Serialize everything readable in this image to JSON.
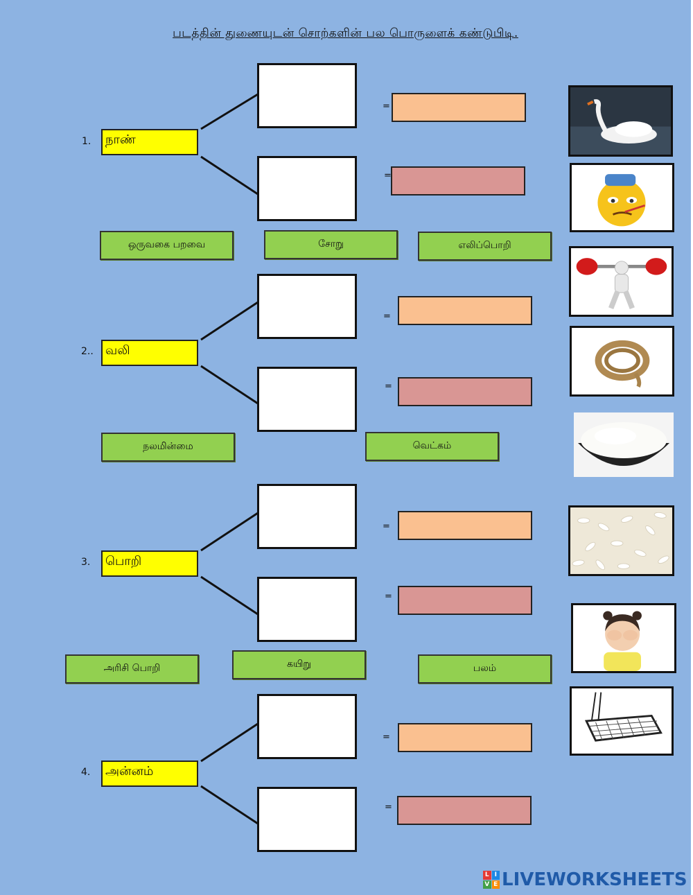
{
  "title": "படத்தின் துணையுடன் சொற்களின் பல பொருளைக் கண்டுபிடி.",
  "questions": [
    {
      "number": "1.",
      "word": "நாண்"
    },
    {
      "number": "2..",
      "word": "வலி"
    },
    {
      "number": "3.",
      "word": "பொறி"
    },
    {
      "number": "4.",
      "word": "அன்னம்"
    }
  ],
  "equals": "=",
  "options": {
    "o1": "ஒருவகை பறவை",
    "o2": "சோறு",
    "o3": "எலிப்பொறி",
    "o4": "நலமின்மை",
    "o5": "வெட்கம்",
    "o6": "அரிசி பொறி",
    "o7": "கயிறு",
    "o8": "பலம்"
  },
  "pictures": [
    "swan-picture",
    "sick-emoji-picture",
    "strongman-picture",
    "rope-picture",
    "rice-bowl-picture",
    "puffed-rice-picture",
    "shy-girl-picture",
    "mouse-trap-picture"
  ],
  "colors": {
    "background": "#8db3e2",
    "word_box": "#ffff00",
    "option_box": "#92d050",
    "answer_top": "#fac090",
    "answer_bottom": "#d99694"
  },
  "brand": {
    "logo_letters": [
      "L",
      "I",
      "V",
      "E"
    ],
    "name": "LIVEWORKSHEETS"
  }
}
